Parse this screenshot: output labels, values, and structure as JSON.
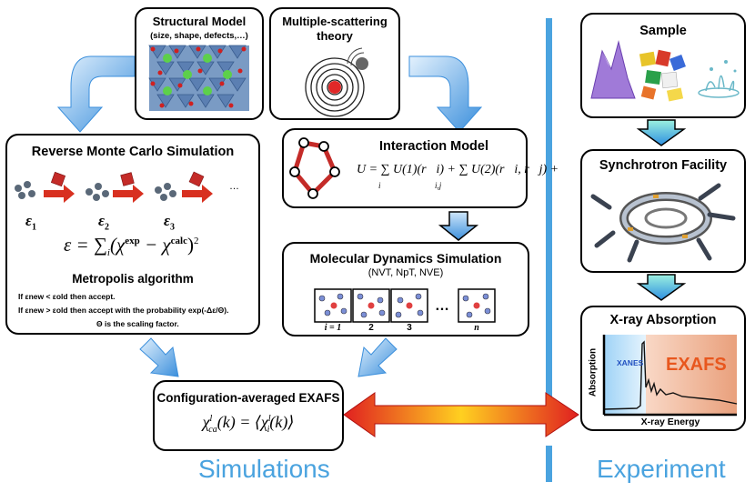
{
  "structural": {
    "title": "Structural Model",
    "subtitle": "(size, shape, defects,…)"
  },
  "scattering": {
    "title": "Multiple-scattering",
    "subtitle": "theory"
  },
  "rmc": {
    "title": "Reverse Monte Carlo Simulation",
    "eps1": "ε",
    "eps1_sub": "1",
    "eps2": "ε",
    "eps2_sub": "2",
    "eps3": "ε",
    "eps3_sub": "3",
    "ellipsis": "…",
    "equation": "ε = ∑",
    "eq_i": "i",
    "eq_chi": "(χ",
    "eq_exp": "exp",
    "eq_minus": " − χ",
    "eq_calc": "calc",
    "eq_close": ")",
    "eq_sq": "2",
    "algo": "Metropolis algorithm",
    "rule1": "If εnew < εold then accept.",
    "rule2": "If εnew > εold then accept with the probability exp(-Δε/Θ).",
    "rule3": "Θ is the scaling factor."
  },
  "interaction": {
    "title": "Interaction Model",
    "equation": "U = ∑ U(1)(r⃗i) + ∑ U(2)(r⃗i, r⃗j) + ⋯",
    "sum1": "i",
    "sum2": "i,j"
  },
  "md": {
    "title": "Molecular Dynamics Simulation",
    "ensembles": "(NVT, NpT, NVE)",
    "labels": [
      "i = 1",
      "2",
      "3",
      "n"
    ],
    "dots": "…"
  },
  "exafs": {
    "title": "Configuration-averaged EXAFS",
    "equation": "χ",
    "eq_sup": "l",
    "eq_sub": "ca",
    "eq_rest": "(k) = ⟨χ",
    "eq_sup2": "l",
    "eq_sub2": "i",
    "eq_end": "(k)⟩"
  },
  "sample": {
    "title": "Sample"
  },
  "synchrotron": {
    "title": "Synchrotron Facility"
  },
  "xray": {
    "title": "X-ray Absorption",
    "xanes": "XANES",
    "exafs": "EXAFS",
    "ylabel": "Absorption",
    "xlabel": "X-ray Energy"
  },
  "footer": {
    "simulations": "Simulations",
    "experiment": "Experiment"
  },
  "colors": {
    "accent_blue": "#4aa3df",
    "arrow_red": "#e53010",
    "exafs_orange": "#e8571e"
  }
}
